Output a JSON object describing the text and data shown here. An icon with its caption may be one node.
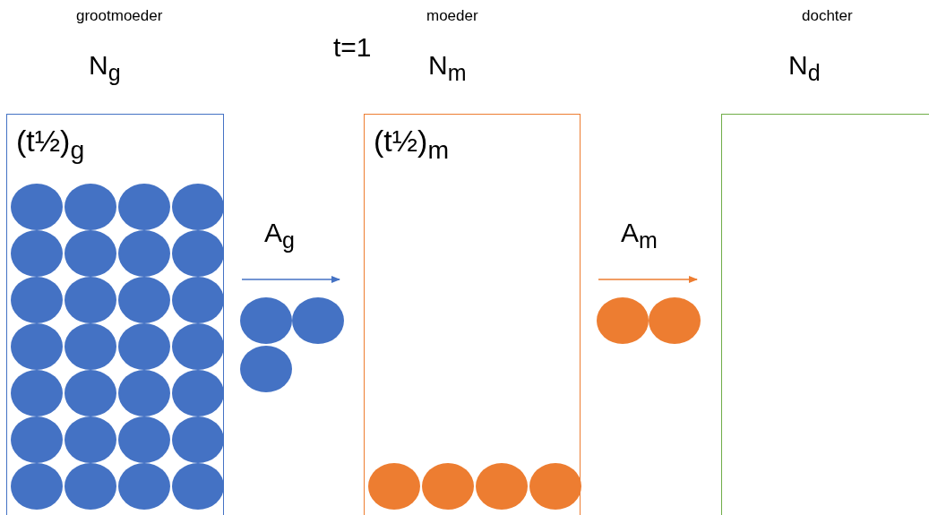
{
  "diagram": {
    "nodes": [
      {
        "text": [
          "grootmoeder",
          "N$_{g}$",
          "(t½)$_{g}$"
        ]
      },
      {
        "text": [],
        "shape": "circle",
        "in": 0
      },
      {
        "text": [],
        "shape": "circle",
        "in": 0
      },
      {
        "text": [],
        "shape": "circle",
        "in": 0
      },
      {
        "text": [],
        "shape": "circle",
        "in": 0
      },
      {
        "text": [],
        "shape": "circle",
        "in": 0
      },
      {
        "text": [],
        "shape": "circle",
        "in": 0
      },
      {
        "text": [],
        "shape": "circle",
        "in": 0
      },
      {
        "text": [],
        "shape": "circle",
        "in": 0
      },
      {
        "text": [],
        "shape": "circle",
        "in": 0
      },
      {
        "text": [],
        "shape": "circle",
        "in": 0
      },
      {
        "text": [],
        "shape": "circle",
        "in": 0
      },
      {
        "text": [],
        "shape": "circle",
        "in": 0
      },
      {
        "text": [],
        "shape": "circle",
        "in": 0
      },
      {
        "text": [],
        "shape": "circle",
        "in": 0
      },
      {
        "text": [],
        "shape": "circle",
        "in": 0
      },
      {
        "text": [],
        "shape": "circle",
        "in": 0
      },
      {
        "text": [],
        "shape": "circle",
        "in": 0
      },
      {
        "text": [],
        "shape": "circle",
        "in": 0
      },
      {
        "text": [],
        "shape": "circle",
        "in": 0
      },
      {
        "text": [],
        "shape": "circle",
        "in": 0
      },
      {
        "text": [],
        "shape": "circle",
        "in": 0
      },
      {
        "text": [],
        "shape": "circle",
        "in": 0
      },
      {
        "text": [],
        "shape": "circle",
        "in": 0
      },
      {
        "text": [],
        "shape": "circle",
        "in": 0
      },
      {
        "text": [],
        "shape": "circle",
        "in": 0
      },
      {
        "text": [],
        "shape": "circle",
        "in": 0
      },
      {
        "text": [],
        "shape": "circle",
        "in": 0
      },
      {
        "text": [],
        "shape": "circle",
        "in": 0
      },
      {
        "text": [],
        "shape": "circle"
      },
      {
        "text": [],
        "shape": "circle"
      },
      {
        "text": [],
        "shape": "circle"
      },
      {
        "text": [
          "moeder",
          "N$_{m}$",
          "(t½)$_{m}$"
        ]
      },
      {
        "text": [],
        "shape": "circle",
        "in": 32
      },
      {
        "text": [],
        "shape": "circle",
        "in": 32
      },
      {
        "text": [],
        "shape": "circle",
        "in": 32
      },
      {
        "text": [],
        "shape": "circle",
        "in": 32
      },
      {
        "text": [],
        "shape": "circle"
      },
      {
        "text": [],
        "shape": "circle"
      },
      {
        "text": [
          "dochter",
          "N$_{d}$"
        ]
      }
    ],
    "edges": [
      {
        "from": 0,
        "to": 32,
        "arrow": "to",
        "label": "A$_{g}$",
        "color": "#4472c4"
      },
      {
        "from": 32,
        "to": 39,
        "arrow": "to",
        "label": "A$_{m}$",
        "color": "#ed7d31"
      }
    ],
    "labels": [
      "t=1"
    ]
  }
}
